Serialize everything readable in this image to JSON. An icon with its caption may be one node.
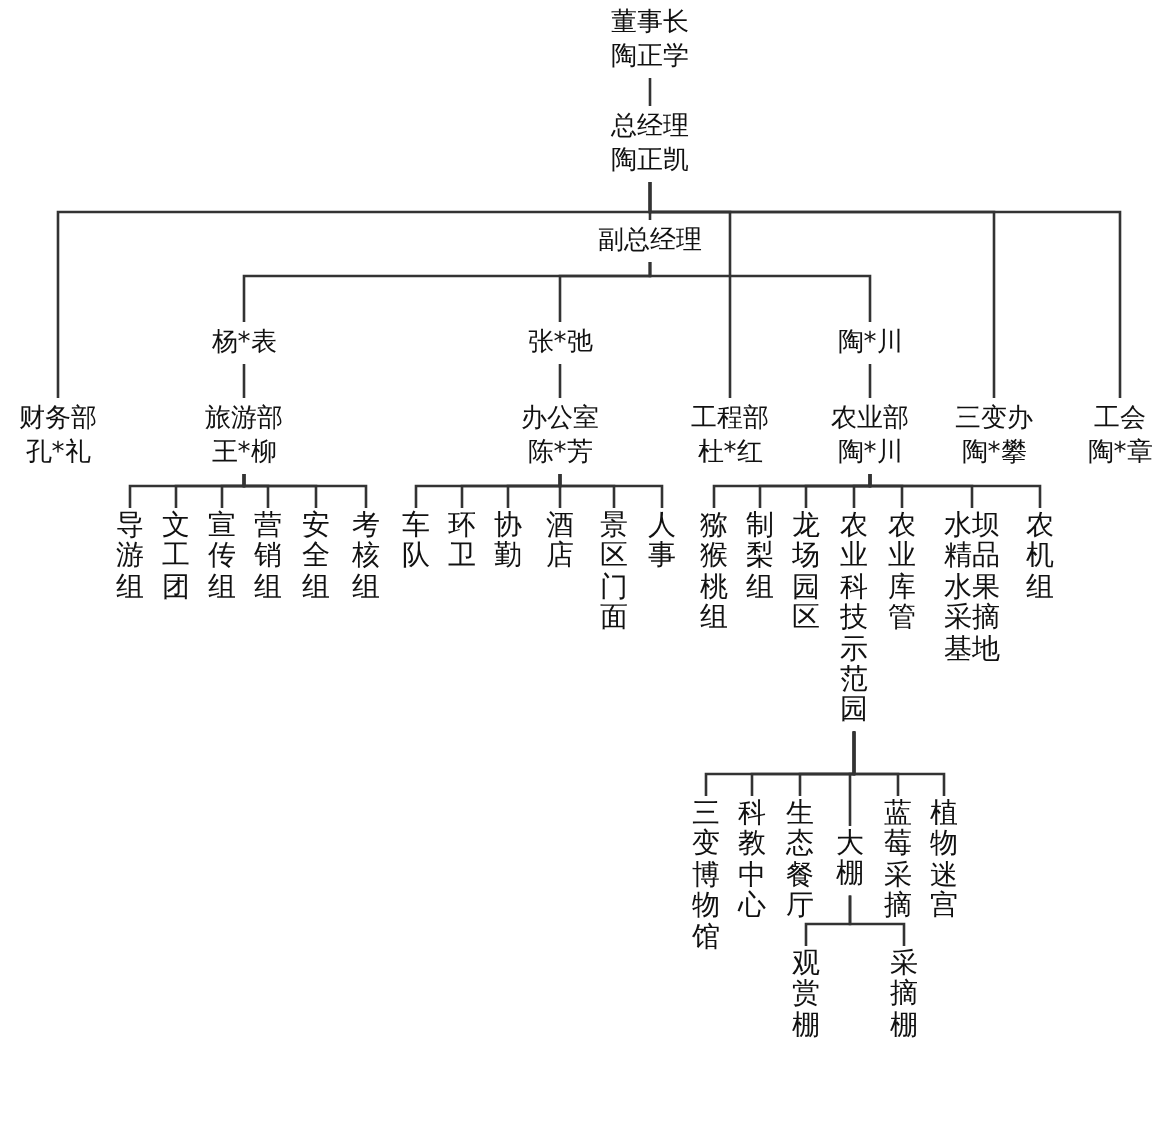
{
  "diagram": {
    "nodes": [
      {
        "text": [
          "董事长",
          "陶正学"
        ]
      },
      {
        "text": [
          "总经理",
          "陶正凯"
        ]
      },
      {
        "text": [
          "副总经理"
        ]
      },
      {
        "text": [
          "财务部",
          "孔*礼"
        ]
      },
      {
        "text": [
          "杨*表"
        ]
      },
      {
        "text": [
          "旅游部",
          "王*柳"
        ]
      },
      {
        "text": [
          "张*弛"
        ]
      },
      {
        "text": [
          "办公室",
          "陈*芳"
        ]
      },
      {
        "text": [
          "工程部",
          "杜*红"
        ]
      },
      {
        "text": [
          "陶*川"
        ]
      },
      {
        "text": [
          "农业部",
          "陶*川"
        ]
      },
      {
        "text": [
          "三变办",
          "陶*攀"
        ]
      },
      {
        "text": [
          "工会",
          "陶*章"
        ]
      },
      {
        "text": [
          "导游组"
        ]
      },
      {
        "text": [
          "文工团"
        ]
      },
      {
        "text": [
          "宣传组"
        ]
      },
      {
        "text": [
          "营销组"
        ]
      },
      {
        "text": [
          "安全组"
        ]
      },
      {
        "text": [
          "考核组"
        ]
      },
      {
        "text": [
          "车队"
        ]
      },
      {
        "text": [
          "环卫"
        ]
      },
      {
        "text": [
          "协勤"
        ]
      },
      {
        "text": [
          "酒店"
        ]
      },
      {
        "text": [
          "景区门面"
        ]
      },
      {
        "text": [
          "人事"
        ]
      },
      {
        "text": [
          "猕猴桃组"
        ]
      },
      {
        "text": [
          "制梨组"
        ]
      },
      {
        "text": [
          "龙场园区"
        ]
      },
      {
        "text": [
          "农业科技示范园"
        ]
      },
      {
        "text": [
          "农业库管"
        ]
      },
      {
        "text": [
          "水坝精品水果采摘基地"
        ]
      },
      {
        "text": [
          "农机组"
        ]
      },
      {
        "text": [
          "三变博物馆"
        ]
      },
      {
        "text": [
          "科教中心"
        ]
      },
      {
        "text": [
          "生态餐厅"
        ]
      },
      {
        "text": [
          "大棚"
        ]
      },
      {
        "text": [
          "蓝莓采摘"
        ]
      },
      {
        "text": [
          "植物迷宫"
        ]
      },
      {
        "text": [
          "观赏棚"
        ]
      },
      {
        "text": [
          "采摘棚"
        ]
      }
    ],
    "edges": [
      {
        "from": 0,
        "to": 1,
        "arrow": "none"
      },
      {
        "from": 1,
        "to": 3,
        "arrow": "none"
      },
      {
        "from": 1,
        "to": 2,
        "arrow": "none"
      },
      {
        "from": 1,
        "to": 8,
        "arrow": "none"
      },
      {
        "from": 1,
        "to": 11,
        "arrow": "none"
      },
      {
        "from": 1,
        "to": 12,
        "arrow": "none"
      },
      {
        "from": 2,
        "to": 4,
        "arrow": "none"
      },
      {
        "from": 2,
        "to": 6,
        "arrow": "none"
      },
      {
        "from": 2,
        "to": 9,
        "arrow": "none"
      },
      {
        "from": 4,
        "to": 5,
        "arrow": "none"
      },
      {
        "from": 6,
        "to": 7,
        "arrow": "none"
      },
      {
        "from": 9,
        "to": 10,
        "arrow": "none"
      },
      {
        "from": 5,
        "to": 13,
        "arrow": "none"
      },
      {
        "from": 5,
        "to": 14,
        "arrow": "none"
      },
      {
        "from": 5,
        "to": 15,
        "arrow": "none"
      },
      {
        "from": 5,
        "to": 16,
        "arrow": "none"
      },
      {
        "from": 5,
        "to": 17,
        "arrow": "none"
      },
      {
        "from": 5,
        "to": 18,
        "arrow": "none"
      },
      {
        "from": 7,
        "to": 19,
        "arrow": "none"
      },
      {
        "from": 7,
        "to": 20,
        "arrow": "none"
      },
      {
        "from": 7,
        "to": 21,
        "arrow": "none"
      },
      {
        "from": 7,
        "to": 22,
        "arrow": "none"
      },
      {
        "from": 7,
        "to": 23,
        "arrow": "none"
      },
      {
        "from": 7,
        "to": 24,
        "arrow": "none"
      },
      {
        "from": 10,
        "to": 25,
        "arrow": "none"
      },
      {
        "from": 10,
        "to": 26,
        "arrow": "none"
      },
      {
        "from": 10,
        "to": 27,
        "arrow": "none"
      },
      {
        "from": 10,
        "to": 28,
        "arrow": "none"
      },
      {
        "from": 10,
        "to": 29,
        "arrow": "none"
      },
      {
        "from": 10,
        "to": 30,
        "arrow": "none"
      },
      {
        "from": 10,
        "to": 31,
        "arrow": "none"
      },
      {
        "from": 28,
        "to": 32,
        "arrow": "none"
      },
      {
        "from": 28,
        "to": 33,
        "arrow": "none"
      },
      {
        "from": 28,
        "to": 34,
        "arrow": "none"
      },
      {
        "from": 28,
        "to": 35,
        "arrow": "none"
      },
      {
        "from": 28,
        "to": 36,
        "arrow": "none"
      },
      {
        "from": 28,
        "to": 37,
        "arrow": "none"
      },
      {
        "from": 35,
        "to": 38,
        "arrow": "none"
      },
      {
        "from": 35,
        "to": 39,
        "arrow": "none"
      }
    ]
  }
}
